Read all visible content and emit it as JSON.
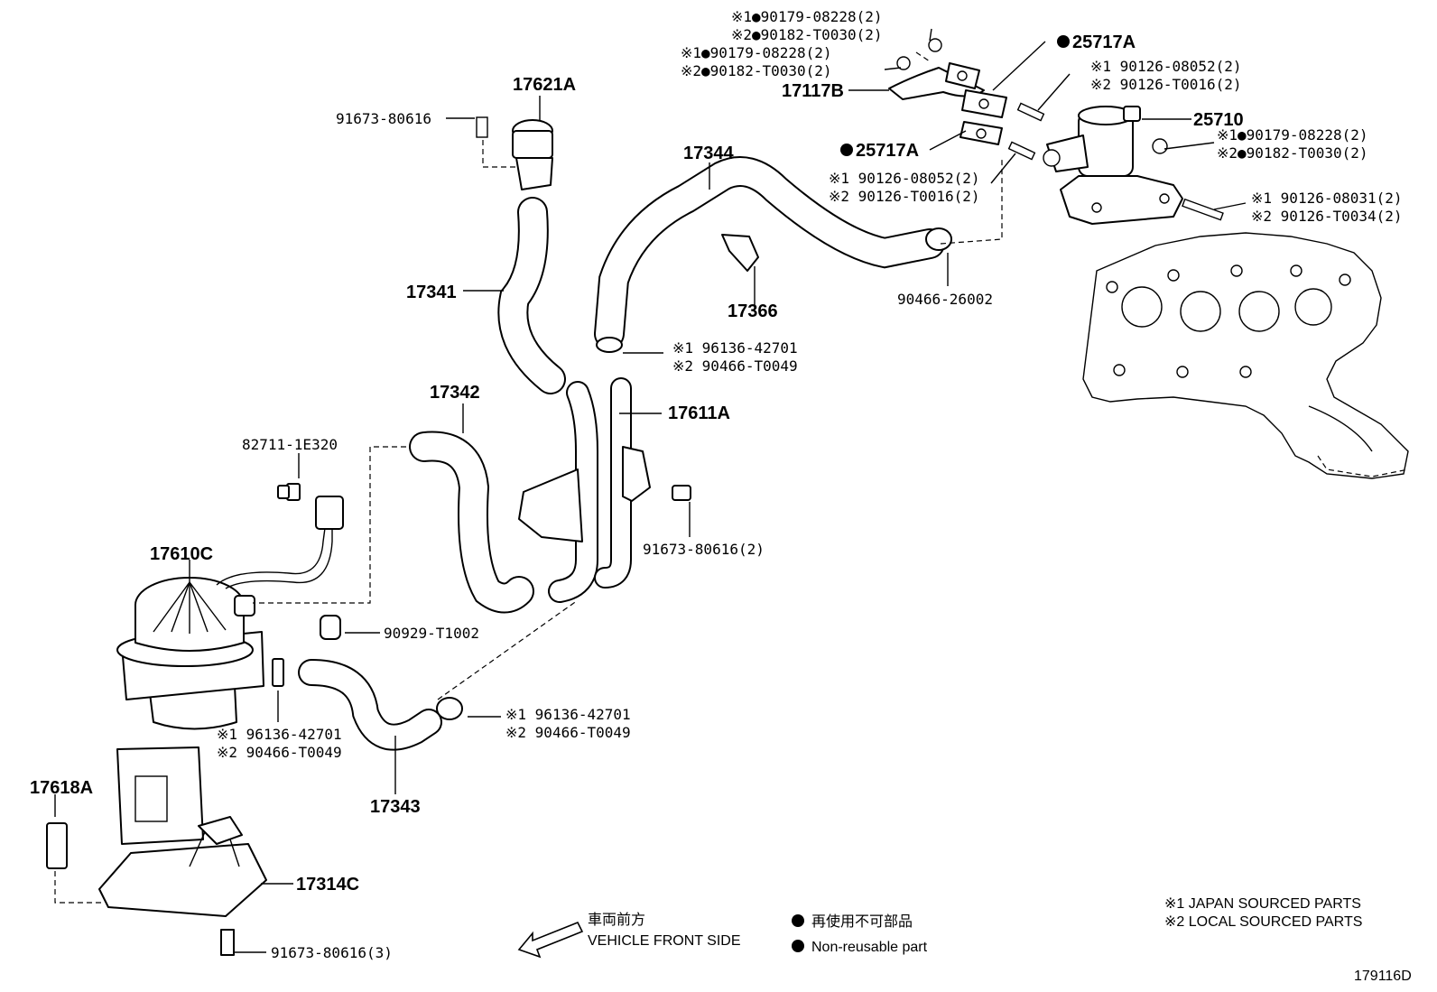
{
  "parts": {
    "p17621A": "17621A",
    "p91673_80616_top": "91673-80616",
    "p17341": "17341",
    "p17342": "17342",
    "p17343": "17343",
    "p17344": "17344",
    "p17366": "17366",
    "p17611A": "17611A",
    "p17610C": "17610C",
    "p17618A": "17618A",
    "p17314C": "17314C",
    "p82711_1E320": "82711-1E320",
    "p90929_T1002": "90929-T1002",
    "p90466_26002": "90466-26002",
    "p91673_80616_2": "91673-80616(2)",
    "p91673_80616_3": "91673-80616(3)",
    "p17117B": "17117B",
    "p25717A_top": "25717A",
    "p25717A_mid": "25717A",
    "p25710": "25710"
  },
  "callouts": {
    "nut_top_1": "※1●90179-08228(2)",
    "nut_top_2": "※2●90182-T0030(2)",
    "nut_mid_1": "※1●90179-08228(2)",
    "nut_mid_2": "※2●90182-T0030(2)",
    "stud_top_1": "※1 90126-08052(2)",
    "stud_top_2": "※2 90126-T0016(2)",
    "stud_mid_1": "※1 90126-08052(2)",
    "stud_mid_2": "※2 90126-T0016(2)",
    "valve_nut_1": "※1●90179-08228(2)",
    "valve_nut_2": "※2●90182-T0030(2)",
    "stud_right_1": "※1 90126-08031(2)",
    "stud_right_2": "※2 90126-T0034(2)",
    "clamp_a_1": "※1 96136-42701",
    "clamp_a_2": "※2 90466-T0049",
    "clamp_b_1": "※1 96136-42701",
    "clamp_b_2": "※2 90466-T0049",
    "clamp_c_1": "※1 96136-42701",
    "clamp_c_2": "※2 90466-T0049"
  },
  "legend": {
    "direction_jp": "車両前方",
    "direction_en": "VEHICLE FRONT SIDE",
    "nonreusable_jp": "再使用不可部品",
    "nonreusable_en": "Non-reusable part",
    "source_1": "※1 JAPAN SOURCED PARTS",
    "source_2": "※2 LOCAL SOURCED PARTS"
  },
  "diagram_id": "179116D"
}
